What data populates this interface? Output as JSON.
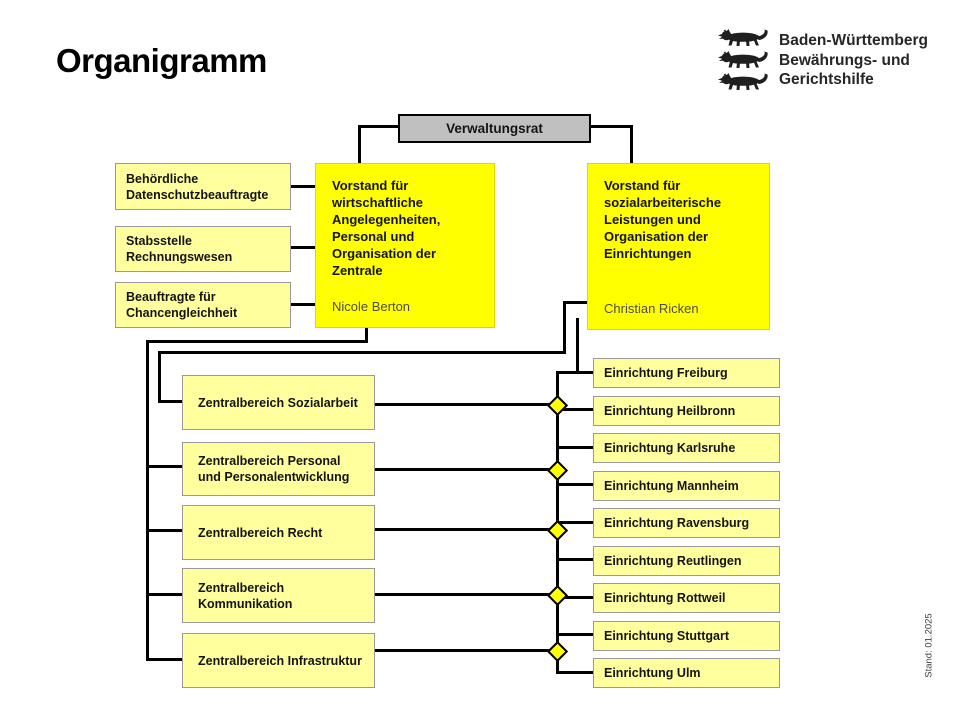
{
  "title": "Organigramm",
  "logo": {
    "line1": "Baden-Württemberg",
    "line2": "Bewährungs- und",
    "line3": "Gerichtshilfe"
  },
  "board": {
    "label": "Verwaltungsrat"
  },
  "vorstand_left": {
    "title": "Vorstand für wirtschaftliche Angelegenheiten, Personal und Organisation der Zentrale",
    "name": "Nicole Berton"
  },
  "vorstand_right": {
    "title": "Vorstand für sozialarbeiterische Leistungen und Organisation der Einrichtungen",
    "name": "Christian Ricken"
  },
  "staff_units": [
    {
      "label": "Behördliche Datenschutzbeauftragte"
    },
    {
      "label": "Stabsstelle Rechnungswesen"
    },
    {
      "label": "Beauftragte für Chancengleichheit"
    }
  ],
  "zentralbereiche": [
    {
      "label": "Zentralbereich Sozialarbeit"
    },
    {
      "label": "Zentralbereich Personal und Personalentwicklung"
    },
    {
      "label": "Zentralbereich Recht"
    },
    {
      "label": "Zentralbereich Kommunikation"
    },
    {
      "label": "Zentralbereich Infrastruktur"
    }
  ],
  "einrichtungen": [
    {
      "label": "Einrichtung Freiburg"
    },
    {
      "label": "Einrichtung Heilbronn"
    },
    {
      "label": "Einrichtung Karlsruhe"
    },
    {
      "label": "Einrichtung Mannheim"
    },
    {
      "label": "Einrichtung Ravensburg"
    },
    {
      "label": "Einrichtung Reutlingen"
    },
    {
      "label": "Einrichtung Rottweil"
    },
    {
      "label": "Einrichtung Stuttgart"
    },
    {
      "label": "Einrichtung Ulm"
    }
  ],
  "footnote": "Stand: 01.2025",
  "colors": {
    "board_fill": "#c0c0c0",
    "vorstand_fill": "#ffff00",
    "unit_fill": "#ffff9e",
    "unit_border": "#999999",
    "line": "#000000",
    "diamond_fill": "#ffff00"
  }
}
